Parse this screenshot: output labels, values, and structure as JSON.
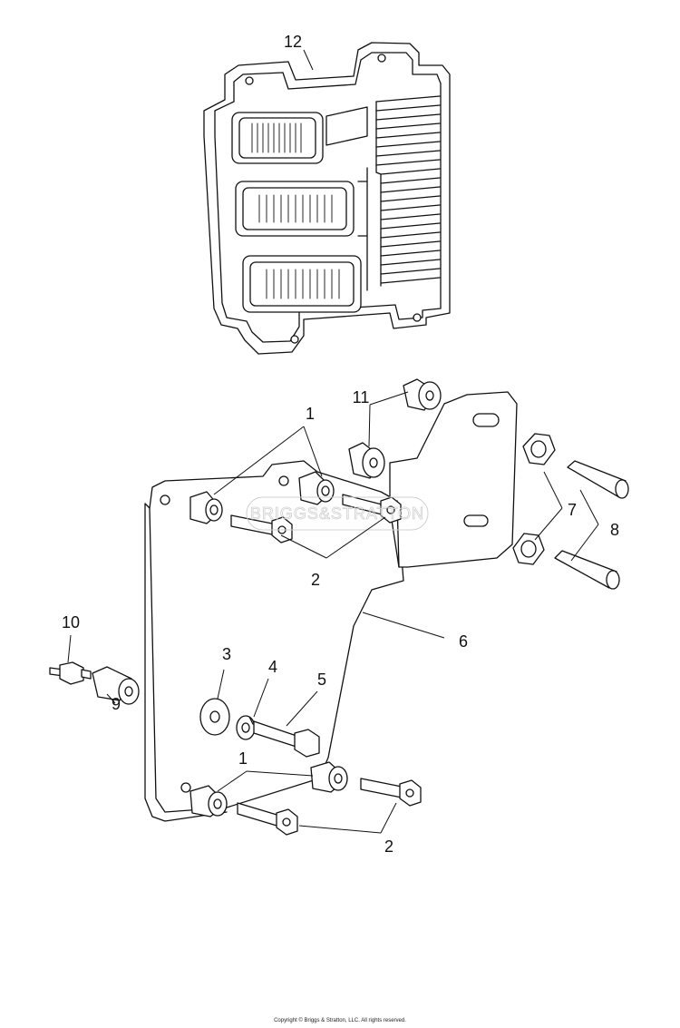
{
  "callouts": {
    "c1_top": "1",
    "c1_bottom": "1",
    "c2_top": "2",
    "c2_bottom": "2",
    "c3": "3",
    "c4": "4",
    "c5": "5",
    "c6": "6",
    "c7": "7",
    "c8": "8",
    "c9": "9",
    "c10": "10",
    "c11": "11",
    "c12": "12"
  },
  "watermark": "BRIGGS&STRATTON",
  "copyright": "Copyright © Briggs & Stratton, LLC. All rights reserved."
}
